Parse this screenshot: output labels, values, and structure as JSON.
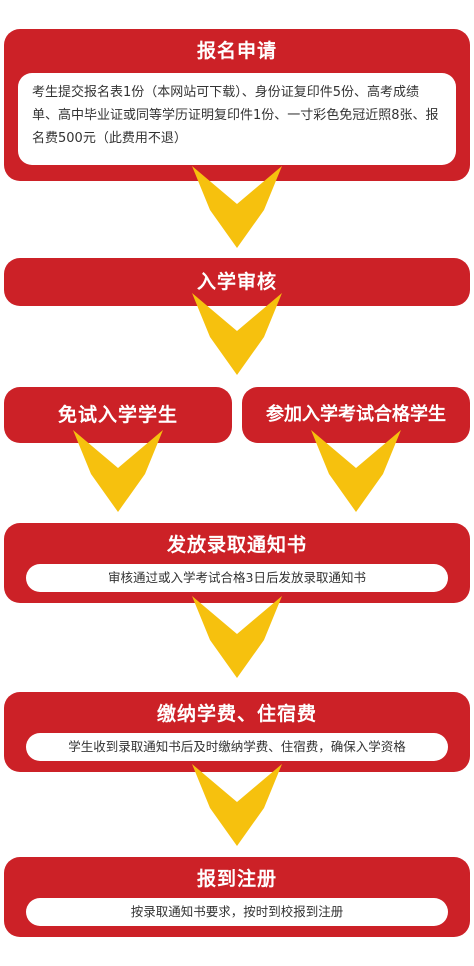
{
  "steps": {
    "apply": {
      "title": "报名申请",
      "desc": "考生提交报名表1份（本网站可下载）、身份证复印件5份、高考成绩单、高中毕业证或同等学历证明复印件1份、一寸彩色免冠近照8张、报名费500元（此费用不退）"
    },
    "review": {
      "title": "入学审核"
    },
    "branch_exempt": {
      "title": "免试入学学生"
    },
    "branch_exam": {
      "title": "参加入学考试合格学生"
    },
    "notice": {
      "title": "发放录取通知书",
      "desc": "审核通过或入学考试合格3日后发放录取通知书"
    },
    "fees": {
      "title": "缴纳学费、住宿费",
      "desc": "学生收到录取通知书后及时缴纳学费、住宿费，确保入学资格"
    },
    "register": {
      "title": "报到注册",
      "desc": "按录取通知书要求，按时到校报到注册"
    }
  },
  "colors": {
    "box": "#cc2127",
    "arrow": "#f6c10e",
    "text_light": "#ffffff",
    "text_dark": "#333333"
  },
  "icons": {
    "connector": "chevron-down-arrow-icon"
  }
}
